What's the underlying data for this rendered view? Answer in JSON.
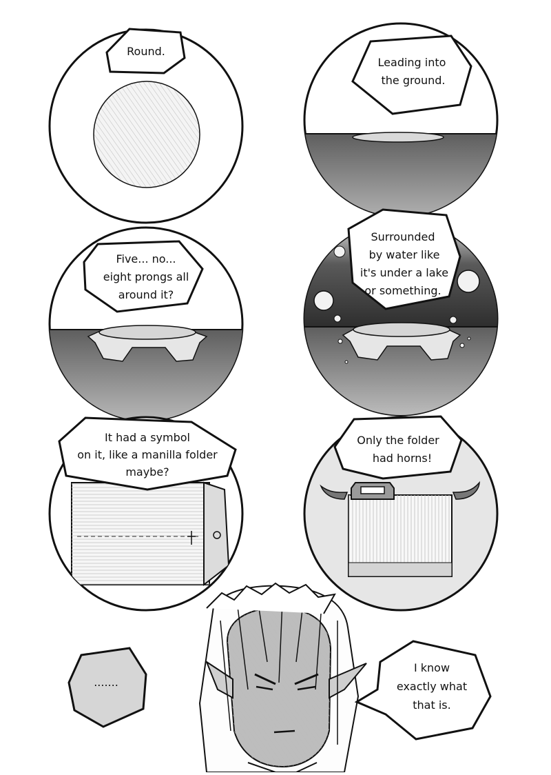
{
  "panels": [
    {
      "id": "round",
      "lines": [
        "Round."
      ]
    },
    {
      "id": "ground",
      "lines": [
        "Leading into",
        "the ground."
      ]
    },
    {
      "id": "prongs",
      "lines": [
        "Five...   no...",
        "eight prongs all",
        "around it?"
      ]
    },
    {
      "id": "water",
      "lines": [
        "Surrounded",
        "by water like",
        "it's under a lake",
        "or something."
      ]
    },
    {
      "id": "symbol",
      "lines": [
        "It had a symbol",
        "on it, like a manilla folder",
        "maybe?"
      ]
    },
    {
      "id": "horns",
      "lines": [
        "Only the folder",
        "had horns!"
      ]
    },
    {
      "id": "ellipsis",
      "lines": [
        "......."
      ]
    },
    {
      "id": "know",
      "lines": [
        "I know",
        "exactly what",
        "that is."
      ]
    }
  ],
  "colors": {
    "ink": "#111111",
    "ground": "#8a8a8a",
    "sky_dark": "#4a4a4a",
    "panel_fill": "#ffffff",
    "tone_fill": "#e8e8e8"
  }
}
